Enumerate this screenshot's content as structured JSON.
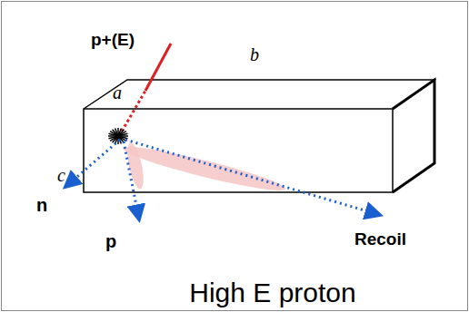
{
  "diagram": {
    "caption": "High E proton",
    "labels": [
      "p+(E)",
      "b",
      "a",
      "c",
      "n",
      "p",
      "Recoil"
    ]
  }
}
